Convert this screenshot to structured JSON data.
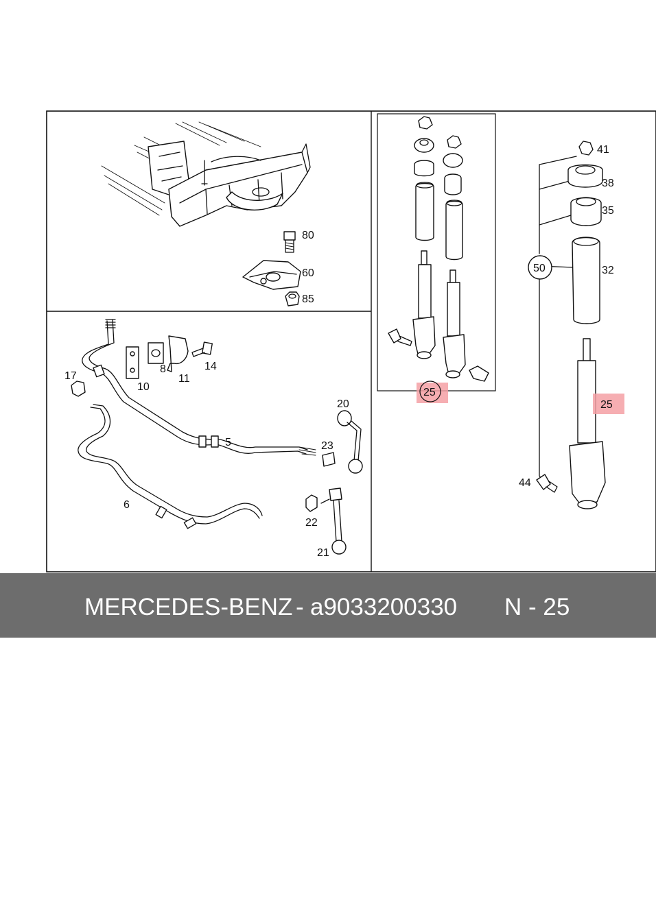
{
  "diagram": {
    "callouts": {
      "p80": "80",
      "p60": "60",
      "p85": "85",
      "p17": "17",
      "p10": "10",
      "p8": "8",
      "p11": "11",
      "p14": "14",
      "p5": "5",
      "p6": "6",
      "p20": "20",
      "p23": "23",
      "p22": "22",
      "p21": "21",
      "p25a": "25",
      "p41": "41",
      "p38": "38",
      "p35": "35",
      "p50": "50",
      "p32": "32",
      "p25b": "25",
      "p44": "44"
    },
    "highlight_color": "#f4a0a4"
  },
  "footer": {
    "brand": "MERCEDES-BENZ",
    "separator": "-",
    "part_number": "a9033200330",
    "ref": "N - 25",
    "background": "#6d6d6d"
  }
}
